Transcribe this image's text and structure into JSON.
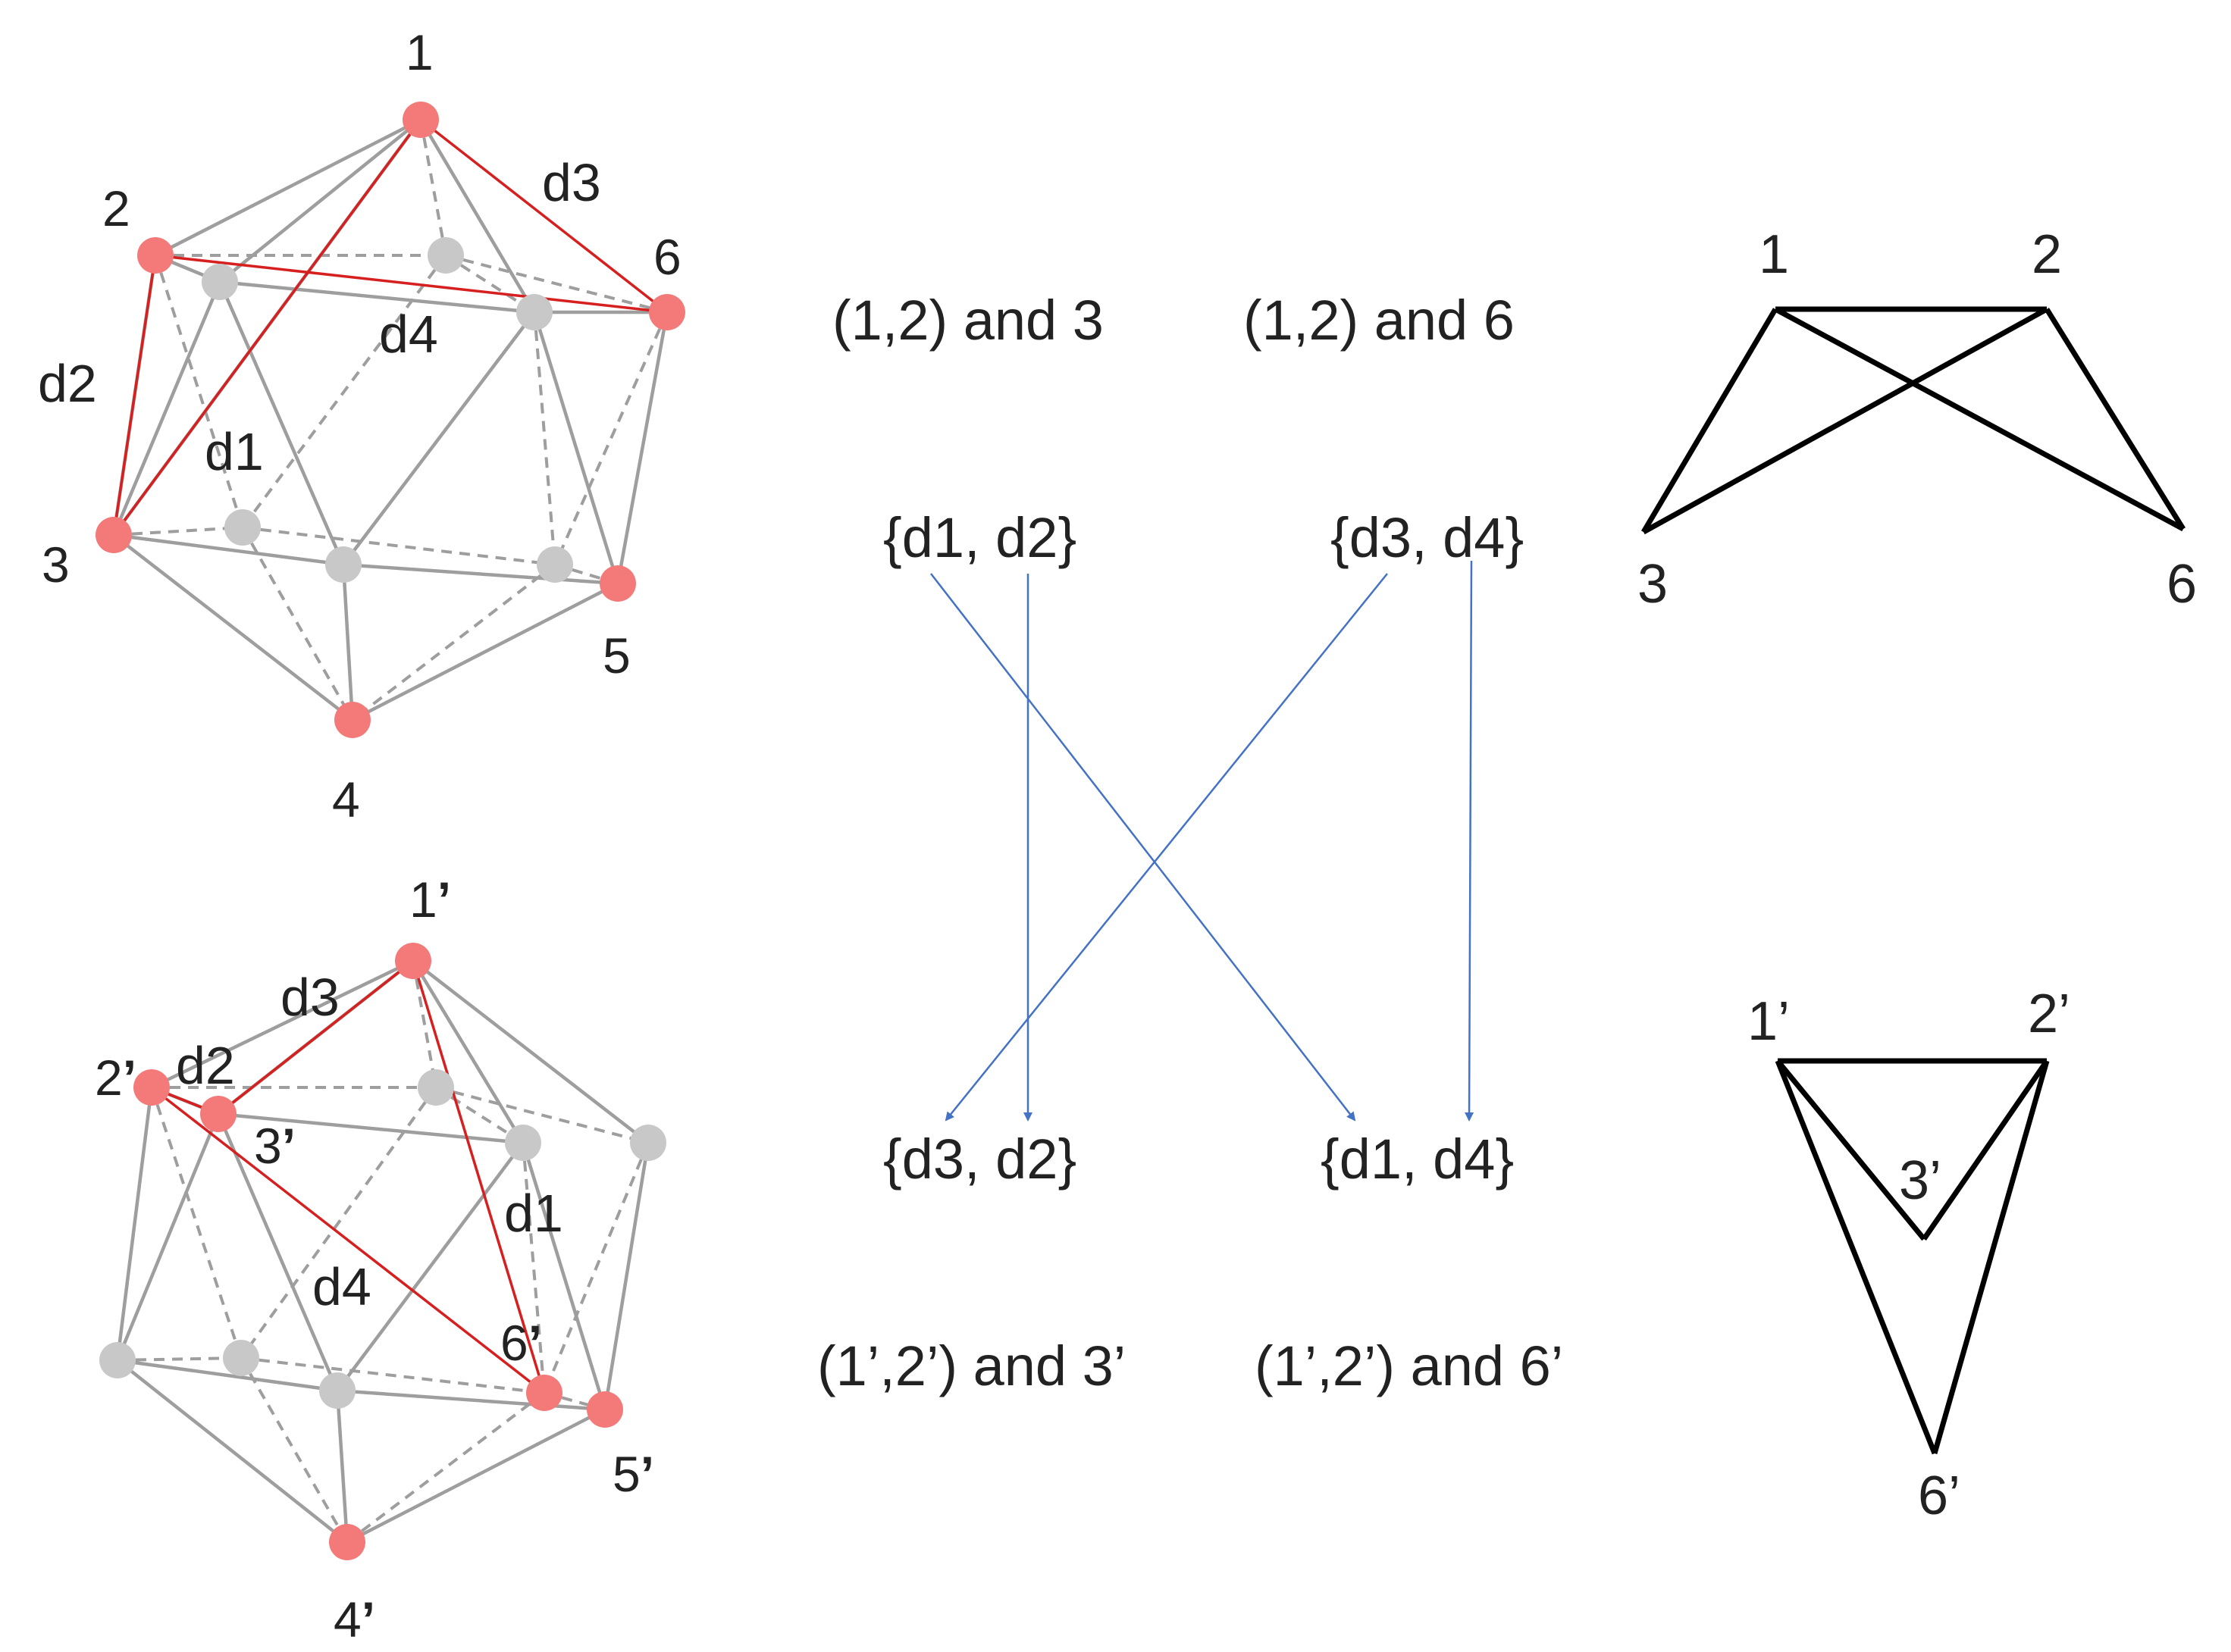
{
  "top_polyhedron": {
    "vertex_labels": [
      "1",
      "2",
      "3",
      "4",
      "5",
      "6"
    ],
    "diagonal_labels": [
      "d1",
      "d2",
      "d3",
      "d4"
    ]
  },
  "bottom_polyhedron": {
    "vertex_labels": [
      "1",
      "2",
      "3",
      "4",
      "5",
      "6"
    ],
    "prime_mark": "’",
    "diagonal_labels": [
      "d1",
      "d2",
      "d3",
      "d4"
    ]
  },
  "middle": {
    "top_pairs": [
      "(1,2) and 3",
      "(1,2) and 6"
    ],
    "top_sets": [
      "{d1, d2}",
      "{d3, d4}"
    ],
    "bottom_sets": [
      "{d3, d2}",
      "{d1, d4}"
    ],
    "bottom_pairs": [
      "(1’,2’) and 3’",
      "(1’,2’) and 6’"
    ]
  },
  "right_top_graph": {
    "labels": [
      "1",
      "2",
      "3",
      "6"
    ]
  },
  "right_bottom_graph": {
    "labels": [
      "1’",
      "2’",
      "3’",
      "6’"
    ]
  },
  "colors": {
    "highlight_vertex": "#f47a7a",
    "hidden_vertex": "#c8c8c8",
    "edge": "#9e9e9e",
    "highlight_edge": "#d62020",
    "arrow": "#4472c4",
    "graph": "#000000"
  }
}
